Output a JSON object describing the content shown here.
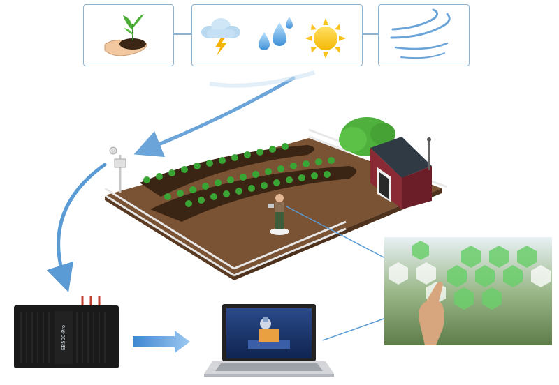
{
  "diagram": {
    "inputs": [
      {
        "name": "soil"
      },
      {
        "name": "weather"
      },
      {
        "name": "wind"
      }
    ],
    "device_label": "EB500-Pro",
    "colors": {
      "card_border": "#8fb3cf",
      "arrow": "#5b9bd5",
      "soil": "#5a3a22",
      "plant": "#3aa33a",
      "barn": "#7a1f2b",
      "hex": "#6ccf6c",
      "device": "#1a1a1a"
    }
  }
}
